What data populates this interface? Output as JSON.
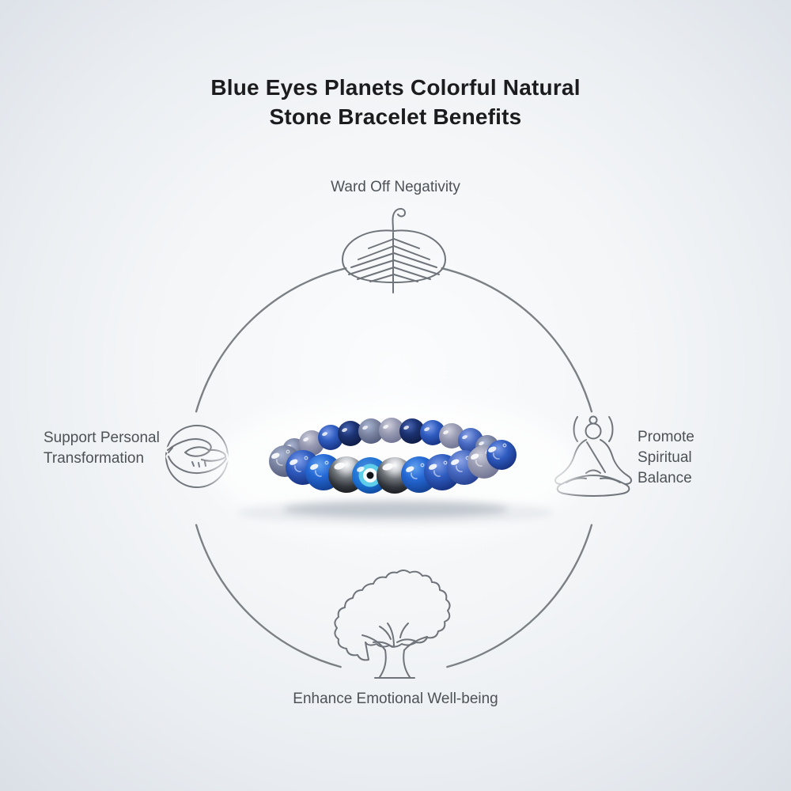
{
  "title": {
    "full": "Blue Eyes Planets Colorful Natural Stone Bracelet Benefits",
    "lines": [
      "Blue Eyes Planets Colorful Natural",
      "Stone Bracelet Benefits"
    ]
  },
  "benefits": {
    "top": {
      "label": "Ward Off Negativity",
      "icon": "bodhi-leaf-icon"
    },
    "left": {
      "label": "Support Personal Transformation",
      "lines": [
        "Support Personal",
        "Transformation"
      ],
      "icon": "giving-hands-icon"
    },
    "right": {
      "label": "Promote Spiritual Balance",
      "lines": [
        "Promote",
        "Spiritual",
        "Balance"
      ],
      "icon": "meditating-buddha-icon"
    },
    "bottom": {
      "label": "Enhance Emotional Well-being",
      "icon": "tree-icon"
    }
  },
  "palette": {
    "background_center": "#fbfcfd",
    "background_edge": "#dbe0e7",
    "circle_stroke": "#7b8085",
    "icon_stroke": "#6f747b",
    "title_text": "#1c1c1e",
    "label_text": "#4d5257",
    "bead_blue": "#2a55b8",
    "bead_bright_blue": "#2468d4",
    "bead_cornflower": "#4a6cc4",
    "bead_navy": "#1c3372",
    "bead_lavender_gray": "#9a9cb4",
    "bead_steel": "#7d87a4",
    "bead_hematite": "#2a2d33",
    "evil_eye_outer_blue": "#1a6fd0",
    "evil_eye_ring_cyan": "#5ecdea",
    "evil_eye_ring_white": "#f4fcff",
    "evil_eye_pupil": "#101418"
  }
}
